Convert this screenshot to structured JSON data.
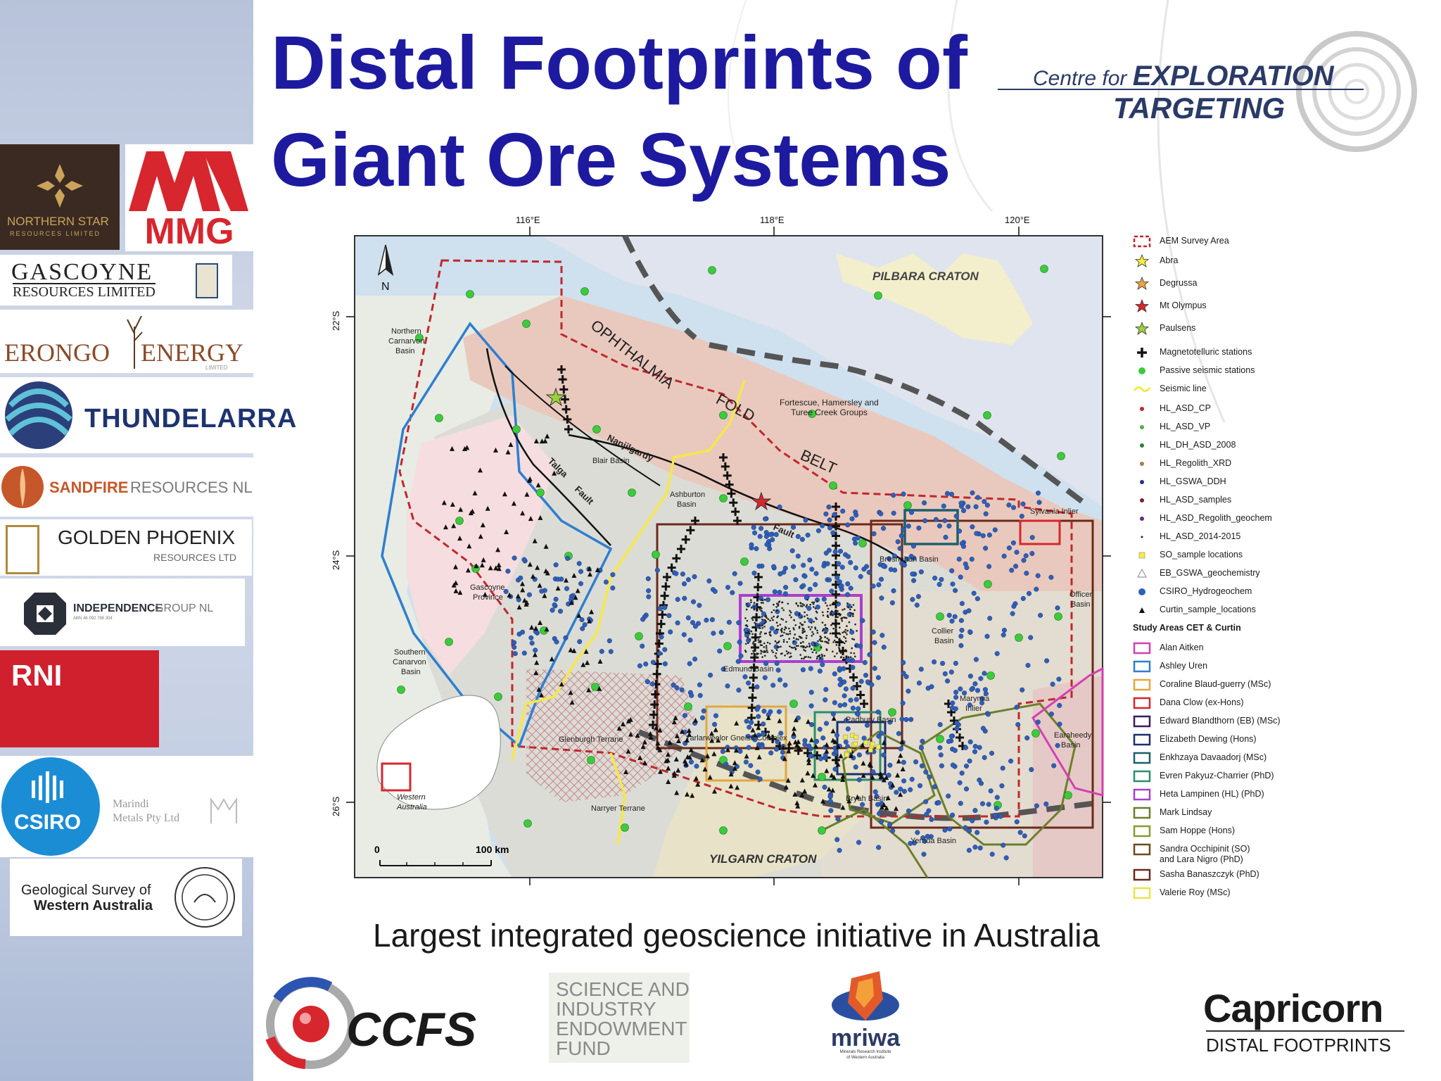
{
  "slide": {
    "title_line1": "Distal Footprints of",
    "title_line2": "Giant Ore Systems",
    "caption": "Largest integrated geoscience initiative in Australia"
  },
  "cet_logo": {
    "line1a": "Centre for",
    "line1b": "EXPLORATION",
    "line2": "TARGETING"
  },
  "sponsor_logos": {
    "northern_star_1": "NORTHERN STAR",
    "northern_star_2": "RESOURCES LIMITED",
    "mmg": "MMG",
    "gascoyne_1": "GASCOYNE",
    "gascoyne_2": "RESOURCES LIMITED",
    "erongo_1": "ERONGO",
    "erongo_2": "ENERGY",
    "erongo_3": "LIMITED",
    "thundelarra": "THUNDELARRA",
    "sandfire_1": "SANDFIRE",
    "sandfire_2": "RESOURCES NL",
    "golden_phoenix_1": "GOLDEN PHOENIX",
    "golden_phoenix_2": "RESOURCES LTD",
    "independence_1": "INDEPENDENCE",
    "independence_2": "GROUP NL",
    "independence_abn": "ABN 46 092 786 304",
    "rni": "RNI",
    "csiro": "CSIRO",
    "marindi_1": "Marindi",
    "marindi_2": "Metals Pty Ltd",
    "gswa_1": "Geological Survey of",
    "gswa_2": "Western Australia"
  },
  "bottom_logos": {
    "ccfs": "CCFS",
    "sief_1": "SCIENCE AND",
    "sief_2": "INDUSTRY",
    "sief_3": "ENDOWMENT",
    "sief_4": "FUND",
    "mriwa": "mriwa",
    "mriwa_sub1": "Minerals Research Institute",
    "mriwa_sub2": "of Western Australia",
    "capricorn_1": "Capricorn",
    "capricorn_2": "DISTAL FOOTPRINTS"
  },
  "map": {
    "lon_ticks": [
      "116°E",
      "118°E",
      "120°E"
    ],
    "lat_ticks": [
      "22°S",
      "24°S",
      "26°S"
    ],
    "north_label": "N",
    "labels": {
      "pilbara": "PILBARA CRATON",
      "yilgarn": "YILGARN CRATON",
      "oph1": "OPHTHALMIA",
      "oph2": "FOLD",
      "oph3": "BELT",
      "fortescue_1": "Fortescue, Hamersley and",
      "fortescue_2": "Turee Creek Groups",
      "northern_carnarvon_1": "Northern",
      "northern_carnarvon_2": "Carnarvon",
      "northern_carnarvon_3": "Basin",
      "southern_carnarvon_1": "Southern",
      "southern_carnarvon_2": "Canarvon",
      "southern_carnarvon_3": "Basin",
      "gascoyne_prov_1": "Gascoyne",
      "gascoyne_prov_2": "Province",
      "blair": "Blair Basin",
      "ashburton_1": "Ashburton",
      "ashburton_2": "Basin",
      "nanjilgardy": "Nanjilgardy",
      "talga": "Talga",
      "fault1": "Fault",
      "fault2": "Fault",
      "bresnahan": "Bresnahan Basin",
      "sylvania": "Sylvania Inlier",
      "officer_1": "Officer",
      "officer_2": "Basin",
      "collier_1": "Collier",
      "collier_2": "Basin",
      "edmund": "Edmund Basin",
      "marymia_1": "Marymia",
      "marymia_2": "Inlier",
      "earaheedy_1": "Earaheedy",
      "earaheedy_2": "Basin",
      "padbury": "Padbury Basin",
      "yarlarweelor": "Yarlarweelor Gneiss Complex",
      "glenburgh": "Glenburgh Terrane",
      "bryah": "Bryah Basin",
      "narryer": "Narryer Terrane",
      "yerrida": "Yerrida Basin",
      "inset_1": "Western",
      "inset_2": "Australia",
      "scale_0": "0",
      "scale_100": "100 km"
    }
  },
  "legend": {
    "items": [
      {
        "label": "AEM Survey Area",
        "sym": "dashbox",
        "color": "#c0272d"
      },
      {
        "label": "Abra",
        "sym": "star",
        "color": "#f3ef3a"
      },
      {
        "label": "Degrussa",
        "sym": "star",
        "color": "#f2a23c"
      },
      {
        "label": "Mt Olympus",
        "sym": "star",
        "color": "#d7262d"
      },
      {
        "label": "Paulsens",
        "sym": "star",
        "color": "#9ad23b"
      },
      {
        "label": "Magnetotelluric stations",
        "sym": "cross",
        "color": "#111111"
      },
      {
        "label": "Passive seismic stations",
        "sym": "dot",
        "color": "#3ccb3c"
      },
      {
        "label": "Seismic line",
        "sym": "wave",
        "color": "#f5e84a"
      },
      {
        "label": "HL_ASD_CP",
        "sym": "smalldot",
        "color": "#c0272d"
      },
      {
        "label": "HL_ASD_VP",
        "sym": "smalldot",
        "color": "#5aa847"
      },
      {
        "label": "HL_DH_ASD_2008",
        "sym": "smalldot",
        "color": "#2f7f3a"
      },
      {
        "label": "HL_Regolith_XRD",
        "sym": "smalldot",
        "color": "#a87c4b"
      },
      {
        "label": "HL_GSWA_DDH",
        "sym": "smalldot",
        "color": "#2a2f86"
      },
      {
        "label": "HL_ASD_samples",
        "sym": "smalldot",
        "color": "#7a1f2b"
      },
      {
        "label": "HL_ASD_Regolith_geochem",
        "sym": "smalldot",
        "color": "#6a2a7a"
      },
      {
        "label": "HL_ASD_2014-2015",
        "sym": "tinydot",
        "color": "#222222"
      },
      {
        "label": "SO_sample locations",
        "sym": "square",
        "color": "#f3ef3a"
      },
      {
        "label": "EB_GSWA_geochemistry",
        "sym": "triangle-open",
        "color": "#9a9a9a"
      },
      {
        "label": "CSIRO_Hydrogeochem",
        "sym": "dot",
        "color": "#2f5fb8"
      },
      {
        "label": "Curtin_sample_locations",
        "sym": "triangle",
        "color": "#111111"
      },
      {
        "label": "Study Areas CET & Curtin",
        "sym": "heading",
        "color": "#111111"
      },
      {
        "label": "Alan Aitken",
        "sym": "box",
        "color": "#d43fb3"
      },
      {
        "label": "Ashley Uren",
        "sym": "box",
        "color": "#2e7fd0"
      },
      {
        "label": "Coraline Blaud-guerry (MSc)",
        "sym": "box",
        "color": "#e3a73d"
      },
      {
        "label": "Dana Clow (ex-Hons)",
        "sym": "box",
        "color": "#d7262d"
      },
      {
        "label": "Edward Blandthorn (EB) (MSc)",
        "sym": "box",
        "color": "#3a1d5e"
      },
      {
        "label": "Elizabeth Dewing (Hons)",
        "sym": "box",
        "color": "#1b2f6e"
      },
      {
        "label": "Enkhzaya Davaadorj (MSc)",
        "sym": "box",
        "color": "#1d5f6e"
      },
      {
        "label": "Evren Pakyuz-Charrier (PhD)",
        "sym": "box",
        "color": "#2a8f6a"
      },
      {
        "label": "Heta Lampinen (HL) (PhD)",
        "sym": "box",
        "color": "#a93fcf"
      },
      {
        "label": "Mark Lindsay",
        "sym": "box",
        "color": "#6b7f2a"
      },
      {
        "label": "Sam Hoppe (Hons)",
        "sym": "box",
        "color": "#8a9a2f"
      },
      {
        "label": "Sandra Occhipinit (SO)",
        "label2": "and Lara Nigro (PhD)",
        "sym": "box",
        "color": "#6d4a1f"
      },
      {
        "label": "Sasha Banaszczyk (PhD)",
        "sym": "box",
        "color": "#6b2a1a"
      },
      {
        "label": "Valerie Roy (MSc)",
        "sym": "box",
        "color": "#eae34a"
      }
    ]
  }
}
